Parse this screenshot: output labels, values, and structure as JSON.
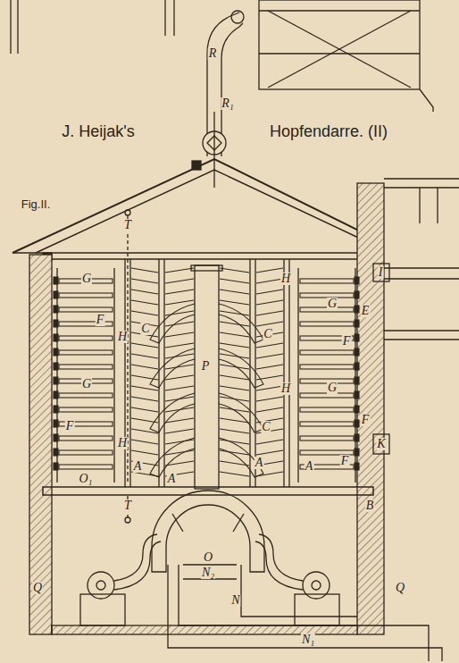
{
  "diagram": {
    "labels": [
      "J. Heijak's",
      "Hopfendarre. (II)",
      "Fig.II.",
      "R",
      "R₁",
      "T",
      "G",
      "F",
      "G",
      "F",
      "H",
      "H",
      "C",
      "P",
      "C",
      "C",
      "H",
      "I",
      "G",
      "E",
      "F",
      "H",
      "G",
      "F",
      "K",
      "F",
      "A",
      "A",
      "A",
      "A",
      "O₁",
      "T",
      "B",
      "O",
      "N₂",
      "Q",
      "Q",
      "N",
      "N₁"
    ]
  }
}
